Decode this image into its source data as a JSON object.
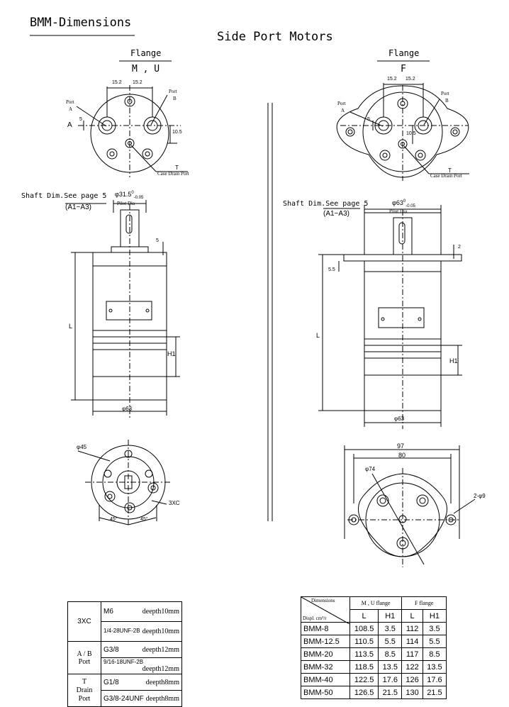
{
  "header": {
    "title": "BMM-Dimensions",
    "subtitle": "Side Port Motors"
  },
  "left_view": {
    "flange_label": "Flange",
    "flange_types": "M , U",
    "dim_15_2_a": "15.2",
    "dim_15_2_b": "15.2",
    "port_a": "Port",
    "port_a_letter": "A",
    "port_b": "Port",
    "port_b_letter": "B",
    "marker_a": "A",
    "dim_5": "5",
    "dim_10_5": "10.5",
    "drain_t": "T",
    "drain_label": "Case Drain Port",
    "shaft_note": "Shaft Dim.See page 5",
    "shaft_range": "(A1~A3)",
    "pilot_dim": "φ31.5",
    "pilot_sup": "0",
    "pilot_sub": "-0.05",
    "pilot_label": "Pilot Dia",
    "dim_5_top": "5",
    "dim_l": "L",
    "dim_h1": "H1",
    "dim_63": "φ63",
    "dim_45": "φ45",
    "dim_3xc": "3XC",
    "angle_a": "45°",
    "angle_b": "45°"
  },
  "right_view": {
    "flange_label": "Flange",
    "flange_types": "F",
    "dim_15_2_a": "15.2",
    "dim_15_2_b": "15.2",
    "port_a": "Port",
    "port_a_letter": "A",
    "port_b": "Port",
    "port_b_letter": "B",
    "dim_5": "5",
    "dim_10_5": "10.5",
    "drain_t": "T",
    "drain_label": "Case Drain Port",
    "shaft_note": "Shaft Dim.See page 5",
    "shaft_range": "(A1~A3)",
    "pilot_dim": "φ63",
    "pilot_sup": "0",
    "pilot_sub": "-0.05",
    "pilot_label": "Pilot Dia",
    "dim_2": "2",
    "dim_5_5": "5.5",
    "dim_l": "L",
    "dim_h1": "H1",
    "dim_63": "φ63",
    "dim_97": "97",
    "dim_80": "80",
    "dim_74": "φ74",
    "dim_2x9": "2-φ9"
  },
  "ports_table": {
    "rows": [
      {
        "label": "3XC",
        "spec": "M6",
        "depth": "deepth10mm"
      },
      {
        "label": "",
        "spec": "1/4-28UNF-2B",
        "depth": "deepth10mm"
      },
      {
        "label": "A / B\nPort",
        "spec": "G3/8",
        "depth": "deepth12mm"
      },
      {
        "label": "",
        "spec": "9/16-18UNF-2B",
        "depth": "deepth12mm"
      },
      {
        "label": "T\nDrain\nPort",
        "spec": "G1/8",
        "depth": "deepth8mm"
      },
      {
        "label": "",
        "spec": "G3/8-24UNF",
        "depth": "deepth8mm"
      }
    ]
  },
  "disp_table": {
    "corner_top": "Dimensions",
    "corner_bottom": "Displ. cm³/r",
    "group_mu": "M , U flange",
    "group_f": "F flange",
    "col_l": "L",
    "col_h1": "H1",
    "col_l2": "L",
    "col_h1_2": "H1",
    "rows": [
      {
        "model": "BMM-8",
        "mu_l": "108.5",
        "mu_h1": "3.5",
        "f_l": "112",
        "f_h1": "3.5"
      },
      {
        "model": "BMM-12.5",
        "mu_l": "110.5",
        "mu_h1": "5.5",
        "f_l": "114",
        "f_h1": "5.5"
      },
      {
        "model": "BMM-20",
        "mu_l": "113.5",
        "mu_h1": "8.5",
        "f_l": "117",
        "f_h1": "8.5"
      },
      {
        "model": "BMM-32",
        "mu_l": "118.5",
        "mu_h1": "13.5",
        "f_l": "122",
        "f_h1": "13.5"
      },
      {
        "model": "BMM-40",
        "mu_l": "122.5",
        "mu_h1": "17.6",
        "f_l": "126",
        "f_h1": "17.6"
      },
      {
        "model": "BMM-50",
        "mu_l": "126.5",
        "mu_h1": "21.5",
        "f_l": "130",
        "f_h1": "21.5"
      }
    ]
  }
}
